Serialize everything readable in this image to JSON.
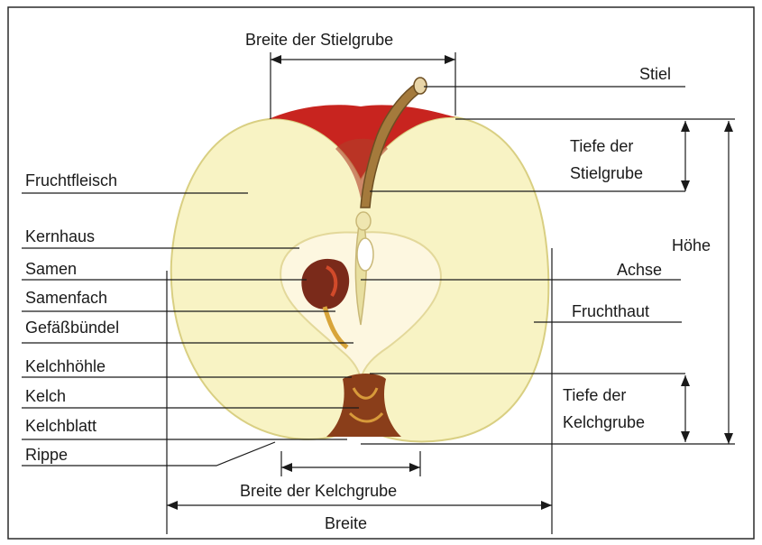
{
  "labels": {
    "breite_stielgrube": "Breite der Stielgrube",
    "stiel": "Stiel",
    "tiefe_stielgrube_1": "Tiefe der",
    "tiefe_stielgrube_2": "Stielgrube",
    "hoehe": "Höhe",
    "achse": "Achse",
    "fruchthaut": "Fruchthaut",
    "tiefe_kelchgrube_1": "Tiefe der",
    "tiefe_kelchgrube_2": "Kelchgrube",
    "fruchtfleisch": "Fruchtfleisch",
    "kernhaus": "Kernhaus",
    "samen": "Samen",
    "samenfach": "Samenfach",
    "gefaessbuendel": "Gefäßbündel",
    "kelchhoehle": "Kelchhöhle",
    "kelch": "Kelch",
    "kelchblatt": "Kelchblatt",
    "rippe": "Rippe",
    "breite_kelchgrube": "Breite der Kelchgrube",
    "breite": "Breite"
  },
  "colors": {
    "flesh": "#f8f3c4",
    "skin_red": "#c8241f",
    "core": "#fdf7e0",
    "seed": "#7a2a1a",
    "stem": "#a47a3c",
    "line": "#1a1a1a",
    "frame": "#2a2a2a"
  }
}
